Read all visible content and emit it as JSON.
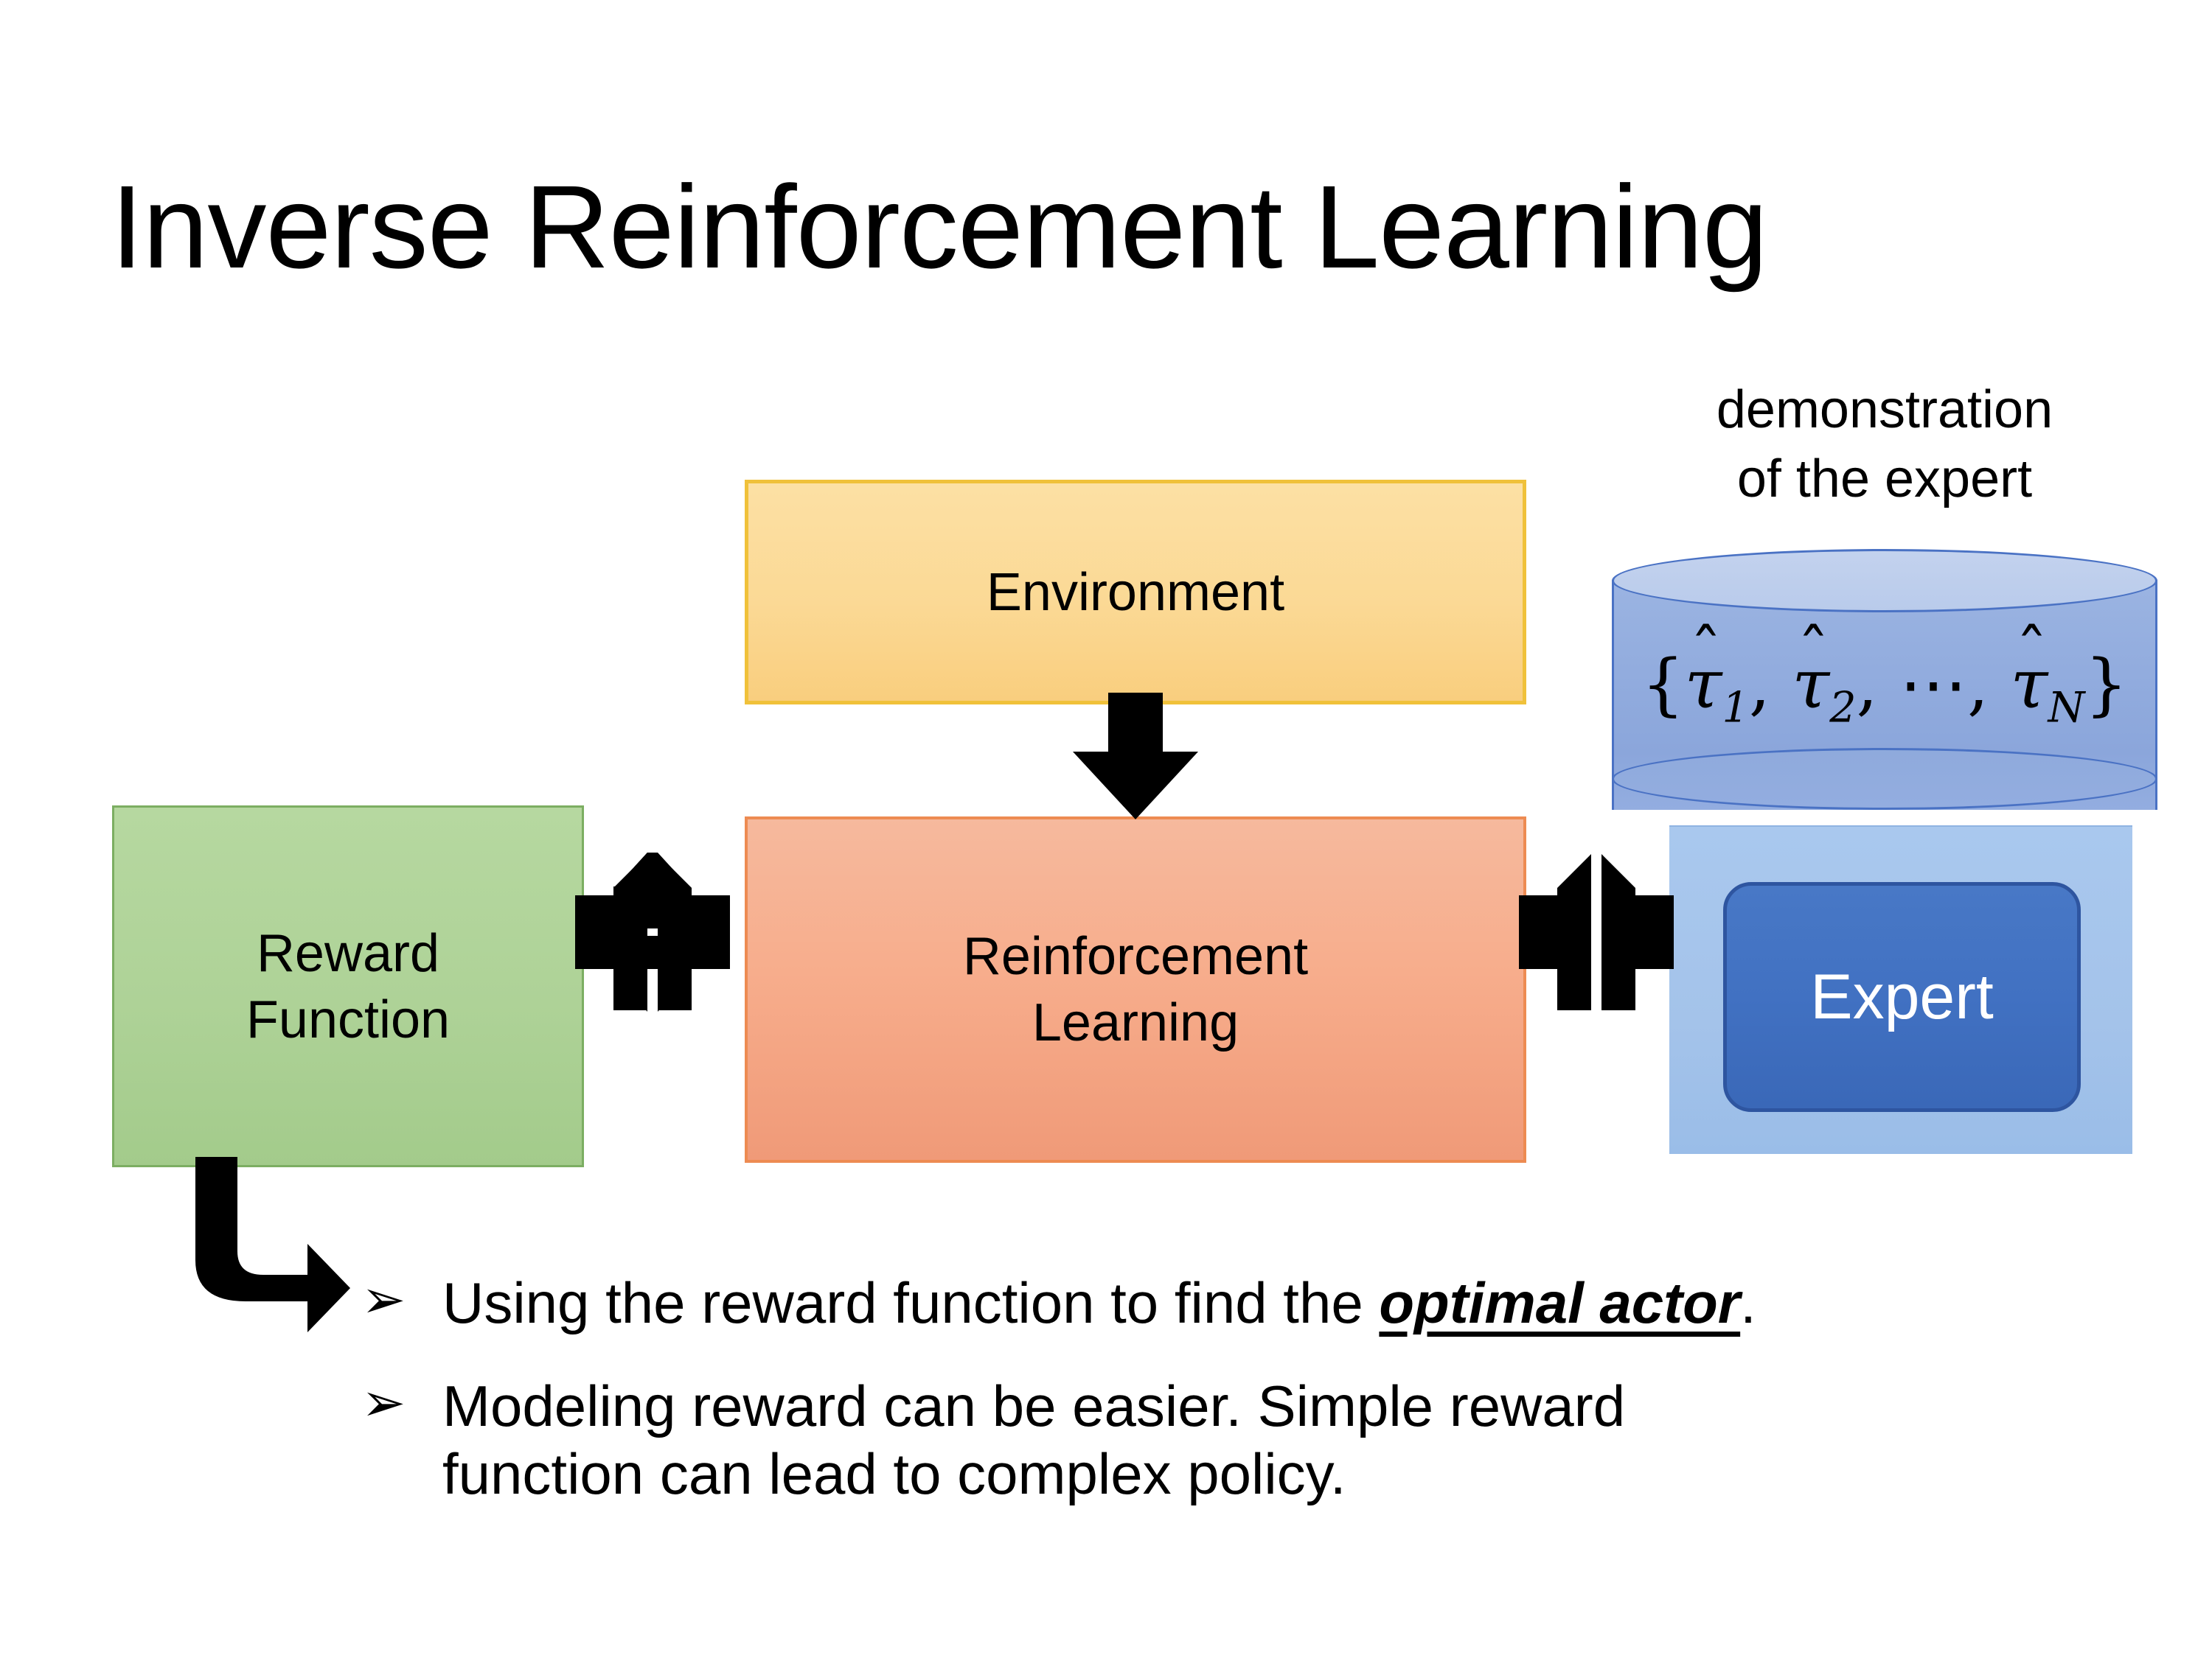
{
  "slide": {
    "title": "Inverse Reinforcement Learning",
    "background_color": "#FFFFFF"
  },
  "diagram": {
    "nodes": [
      {
        "id": "environment",
        "label": "Environment",
        "fill_color": "#FBD995",
        "border_color": "#F0C13A"
      },
      {
        "id": "reinforcement-learning",
        "label_line1": "Reinforcement",
        "label_line2": "Learning",
        "fill_color": "#F7AD8C",
        "border_color": "#ED8B52"
      },
      {
        "id": "reward-function",
        "label_line1": "Reward",
        "label_line2": "Function",
        "fill_color": "#AED297",
        "border_color": "#7CAE62"
      },
      {
        "id": "expert",
        "label": "Expert",
        "fill_color": "#4171C2",
        "border_color": "#2E55A0",
        "text_color": "#FFFFFF"
      }
    ],
    "demonstration": {
      "caption_line1": "demonstration",
      "caption_line2": "of the expert",
      "cylinder_fill": "#92ACDE",
      "cylinder_top_fill": "#BDCDEC",
      "cylinder_border": "#4A72C4",
      "panel_fill": "#A4C3EA",
      "set_notation": {
        "open_brace": "{",
        "item1": "τ",
        "item1_sub": "1",
        "sep1": ", ",
        "item2": "τ",
        "item2_sub": "2",
        "sep2": ", ",
        "ellipsis": "⋯",
        "sep3": ", ",
        "item3": "τ",
        "item3_sub": "N",
        "close_brace": "}",
        "hat": "ˆ",
        "plain_text": "{τ̂1, τ̂2, ⋯, τ̂N}"
      }
    },
    "connectors": [
      {
        "id": "environment-to-rl",
        "icon": "down-arrow-icon",
        "direction": "down",
        "color": "#000000"
      },
      {
        "id": "reward-to-rl",
        "icon": "quad-arrow-icon",
        "direction": "bidirectional",
        "color": "#000000"
      },
      {
        "id": "rl-to-expert",
        "icon": "quad-arrow-icon",
        "direction": "bidirectional",
        "color": "#000000"
      },
      {
        "id": "reward-to-bullets",
        "icon": "bent-arrow-icon",
        "direction": "down-right",
        "color": "#000000"
      }
    ]
  },
  "bullets": [
    {
      "marker": "➢",
      "text_before": "Using the reward function to find the ",
      "emphasis": "optimal actor",
      "text_after": "."
    },
    {
      "marker": "➢",
      "line1": "Modeling reward can be easier. Simple reward",
      "line2": "function can lead to complex policy."
    }
  ]
}
